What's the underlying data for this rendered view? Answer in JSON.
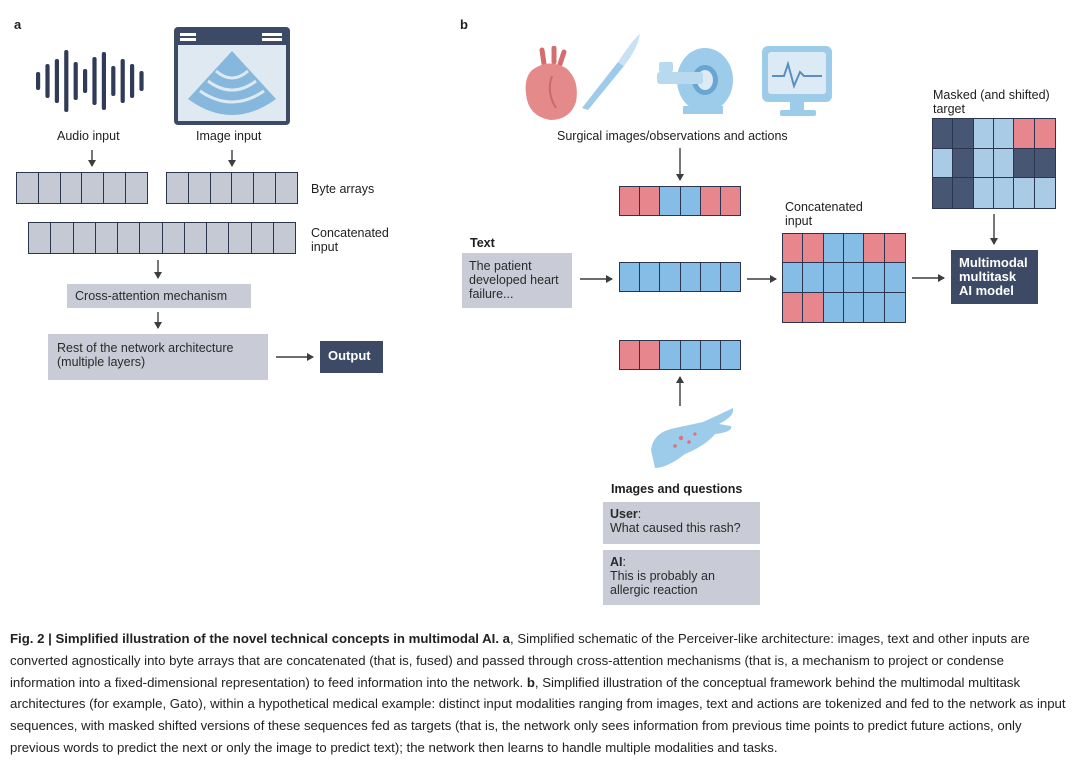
{
  "panel_a": {
    "letter": "a",
    "audio_label": "Audio input",
    "image_label": "Image input",
    "byte_arrays_label": "Byte arrays",
    "concat_label": "Concatenated\ninput",
    "cross_attention": "Cross-attention mechanism",
    "rest_network": "Rest of the network architecture\n(multiple layers)",
    "output": "Output"
  },
  "panel_b": {
    "letter": "b",
    "surgical_label": "Surgical images/observations and actions",
    "text_heading": "Text",
    "text_box": "The patient\ndeveloped heart\nfailure...",
    "concat_label": "Concatenated\ninput",
    "masked_label": "Masked (and shifted)\ntarget",
    "model_box": "Multimodal\nmultitask\nAI model",
    "images_questions": "Images and questions",
    "user_heading": "User",
    "user_colon": ":",
    "user_text": "What caused this rash?",
    "ai_heading": "AI",
    "ai_colon": ":",
    "ai_text": "This is probably an\nallergic reaction"
  },
  "colors": {
    "red_token": "#e8868e",
    "blue_token": "#86bde6",
    "light_blue_token": "#a9cbe6",
    "slate_cell": "#475673",
    "grey_cell": "#c5c9d4",
    "dark_box": "#3c4a66",
    "grey_box": "#c9ccd7",
    "icon_blue": "#9dcbea",
    "icon_red": "#e58a8a"
  },
  "caption": {
    "fig_label": "Fig. 2 | Simplified illustration of the novel technical concepts in multimodal AI.",
    "a_letter": "a",
    "a_text": ", Simplified schematic of the Perceiver-like architecture: images, text and other inputs are converted agnostically into byte arrays that are concatenated (that is, fused) and passed through cross-attention mechanisms (that is, a mechanism to project or condense information into a fixed-dimensional representation) to feed information into the network.",
    "b_letter": "b",
    "b_text": ", Simplified illustration of the conceptual framework behind the multimodal multitask architectures (for example, Gato), within a hypothetical medical example: distinct input modalities ranging from images, text and actions are tokenized and fed to the network as input sequences, with masked shifted versions of these sequences fed as targets (that is, the network only sees information from previous time points to predict future actions, only previous words to predict the next or only the image to predict text); the network then learns to handle multiple modalities and tasks."
  },
  "tokens": {
    "top_row": [
      "r",
      "r",
      "b",
      "b",
      "r",
      "r"
    ],
    "mid_row": [
      "b",
      "b",
      "b",
      "b",
      "b",
      "b"
    ],
    "bottom_row": [
      "r",
      "r",
      "b",
      "b",
      "b",
      "b"
    ],
    "concat_grid": [
      [
        "r",
        "r",
        "b",
        "b",
        "r",
        "r"
      ],
      [
        "b",
        "b",
        "b",
        "b",
        "b",
        "b"
      ],
      [
        "r",
        "r",
        "b",
        "b",
        "b",
        "b"
      ]
    ],
    "masked_grid": [
      [
        "s",
        "s",
        "lb",
        "lb",
        "r",
        "r"
      ],
      [
        "lb",
        "s",
        "lb",
        "lb",
        "s",
        "s"
      ],
      [
        "s",
        "s",
        "lb",
        "lb",
        "lb",
        "lb"
      ]
    ]
  }
}
